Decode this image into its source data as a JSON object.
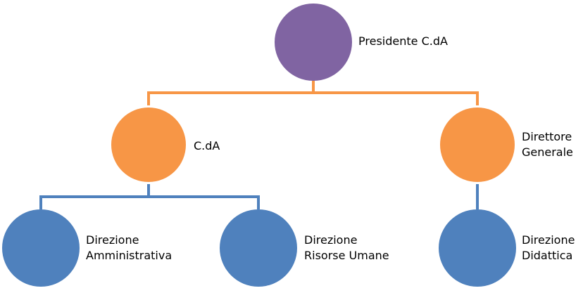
{
  "colors": {
    "purple": "#8064A2",
    "orange": "#F79646",
    "blue": "#4F81BD",
    "connector_orange": "#F79646",
    "connector_blue": "#4F81BD"
  },
  "org": {
    "president": {
      "label": "Presidente C.dA"
    },
    "cda": {
      "label": "C.dA"
    },
    "direttore": {
      "label_line1": "Direttore",
      "label_line2": "Generale"
    },
    "amministrativa": {
      "label_line1": "Direzione",
      "label_line2": "Amministrativa"
    },
    "risorse": {
      "label_line1": "Direzione",
      "label_line2": "Risorse Umane"
    },
    "didattica": {
      "label_line1": "Direzione",
      "label_line2": "Didattica"
    }
  }
}
